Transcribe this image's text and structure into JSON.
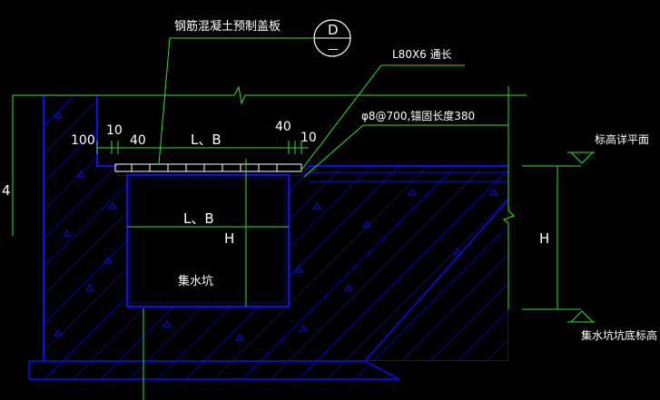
{
  "labels": {
    "cover_plate": "钢筋混凝土预制盖板",
    "detail_mark": "D",
    "detail_sub": "—",
    "angle_steel": "L80X6  通长",
    "rebar": "φ8@700,锚固长度380",
    "floor_level": "标高详平面",
    "pit_bottom_level": "集水坑坑底标高",
    "pit_name": "集水坑",
    "dim_100": "100",
    "dim_10_left": "10",
    "dim_40_left": "40",
    "dim_LB_top": "L、B",
    "dim_40_right": "40",
    "dim_10_right": "10",
    "dim_LB_inner": "L、B",
    "dim_H_inner": "H",
    "dim_H_right": "H",
    "edge_number": "4"
  },
  "colors": {
    "concrete": "#0a0aff",
    "leader": "#33e033",
    "text": "#ffffff",
    "background": "#000000"
  }
}
